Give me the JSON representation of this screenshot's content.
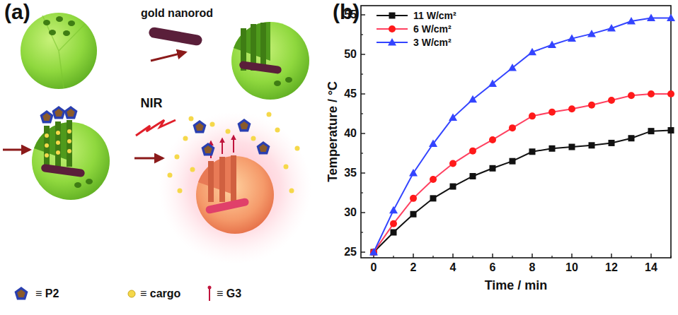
{
  "diagram": {
    "labels": [
      "(a)",
      "gold nanorod",
      "NIR",
      "(b)",
      "Temperature / °C",
      "Time / min",
      "25",
      "30",
      "35",
      "40",
      "45",
      "50",
      "55",
      "0",
      "2",
      "4",
      "6",
      "8",
      "10",
      "12",
      "14"
    ],
    "legend": [
      {
        "text": "≡ P2"
      },
      {
        "text": "≡ cargo"
      },
      {
        "text": "≡ G3"
      },
      {
        "text": "11 W/cm²"
      },
      {
        "text": "6 W/cm²"
      },
      {
        "text": "3 W/cm²"
      }
    ]
  }
}
